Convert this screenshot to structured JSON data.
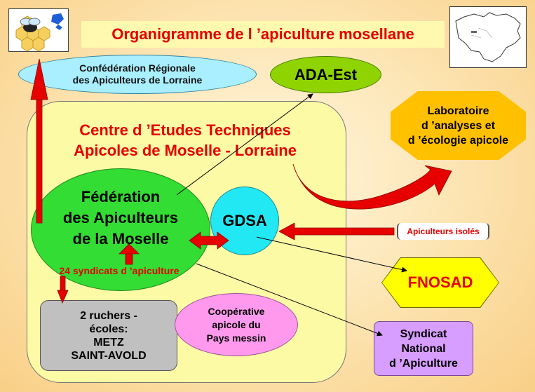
{
  "title": "Organigramme de l ’apiculture mosellane",
  "confederation": {
    "line1": "Confédération Régionale",
    "line2": "des Apiculteurs de Lorraine"
  },
  "ada_est": "ADA-Est",
  "cetam": {
    "line1": "Centre d ’Etudes Techniques",
    "line2": "Apicoles de Moselle - Lorraine"
  },
  "federation": {
    "line1": "Fédération",
    "line2": "des Apiculteurs",
    "line3": "de la Moselle"
  },
  "syndicats": "24 syndicats d ’apiculture",
  "gdsa": "GDSA",
  "ruchers": {
    "line1": "2 ruchers -",
    "line2": "écoles:",
    "line3": "METZ",
    "line4": "SAINT-AVOLD"
  },
  "cooperative": {
    "line1": "Coopérative",
    "line2": "apicole du",
    "line3": "Pays messin"
  },
  "laboratoire": {
    "line1": "Laboratoire",
    "line2": "d ’analyses et",
    "line3": "d ’écologie apicole"
  },
  "apiculteurs_isoles": "Apiculteurs isolés",
  "fnosad": "FNOSAD",
  "snapi": {
    "line1": "Syndicat",
    "line2": "National",
    "line3": "d ’Apiculture"
  },
  "colors": {
    "title_red": "#e60000",
    "cetam_bg": "#fdfaa6",
    "federation_green": "#33dd33",
    "gdsa_cyan": "#22e8f4",
    "confed_blue": "#a9efff",
    "ada_green": "#8fd400",
    "labo_orange": "#ffc000",
    "fnosad_yellow": "#ffff00",
    "snapi_purple": "#d79dff",
    "coop_pink": "#ff99ee",
    "ruchers_grey": "#c0c0c0"
  },
  "icons": {
    "logo": "bee-logo-icon",
    "map": "moselle-map-icon"
  }
}
